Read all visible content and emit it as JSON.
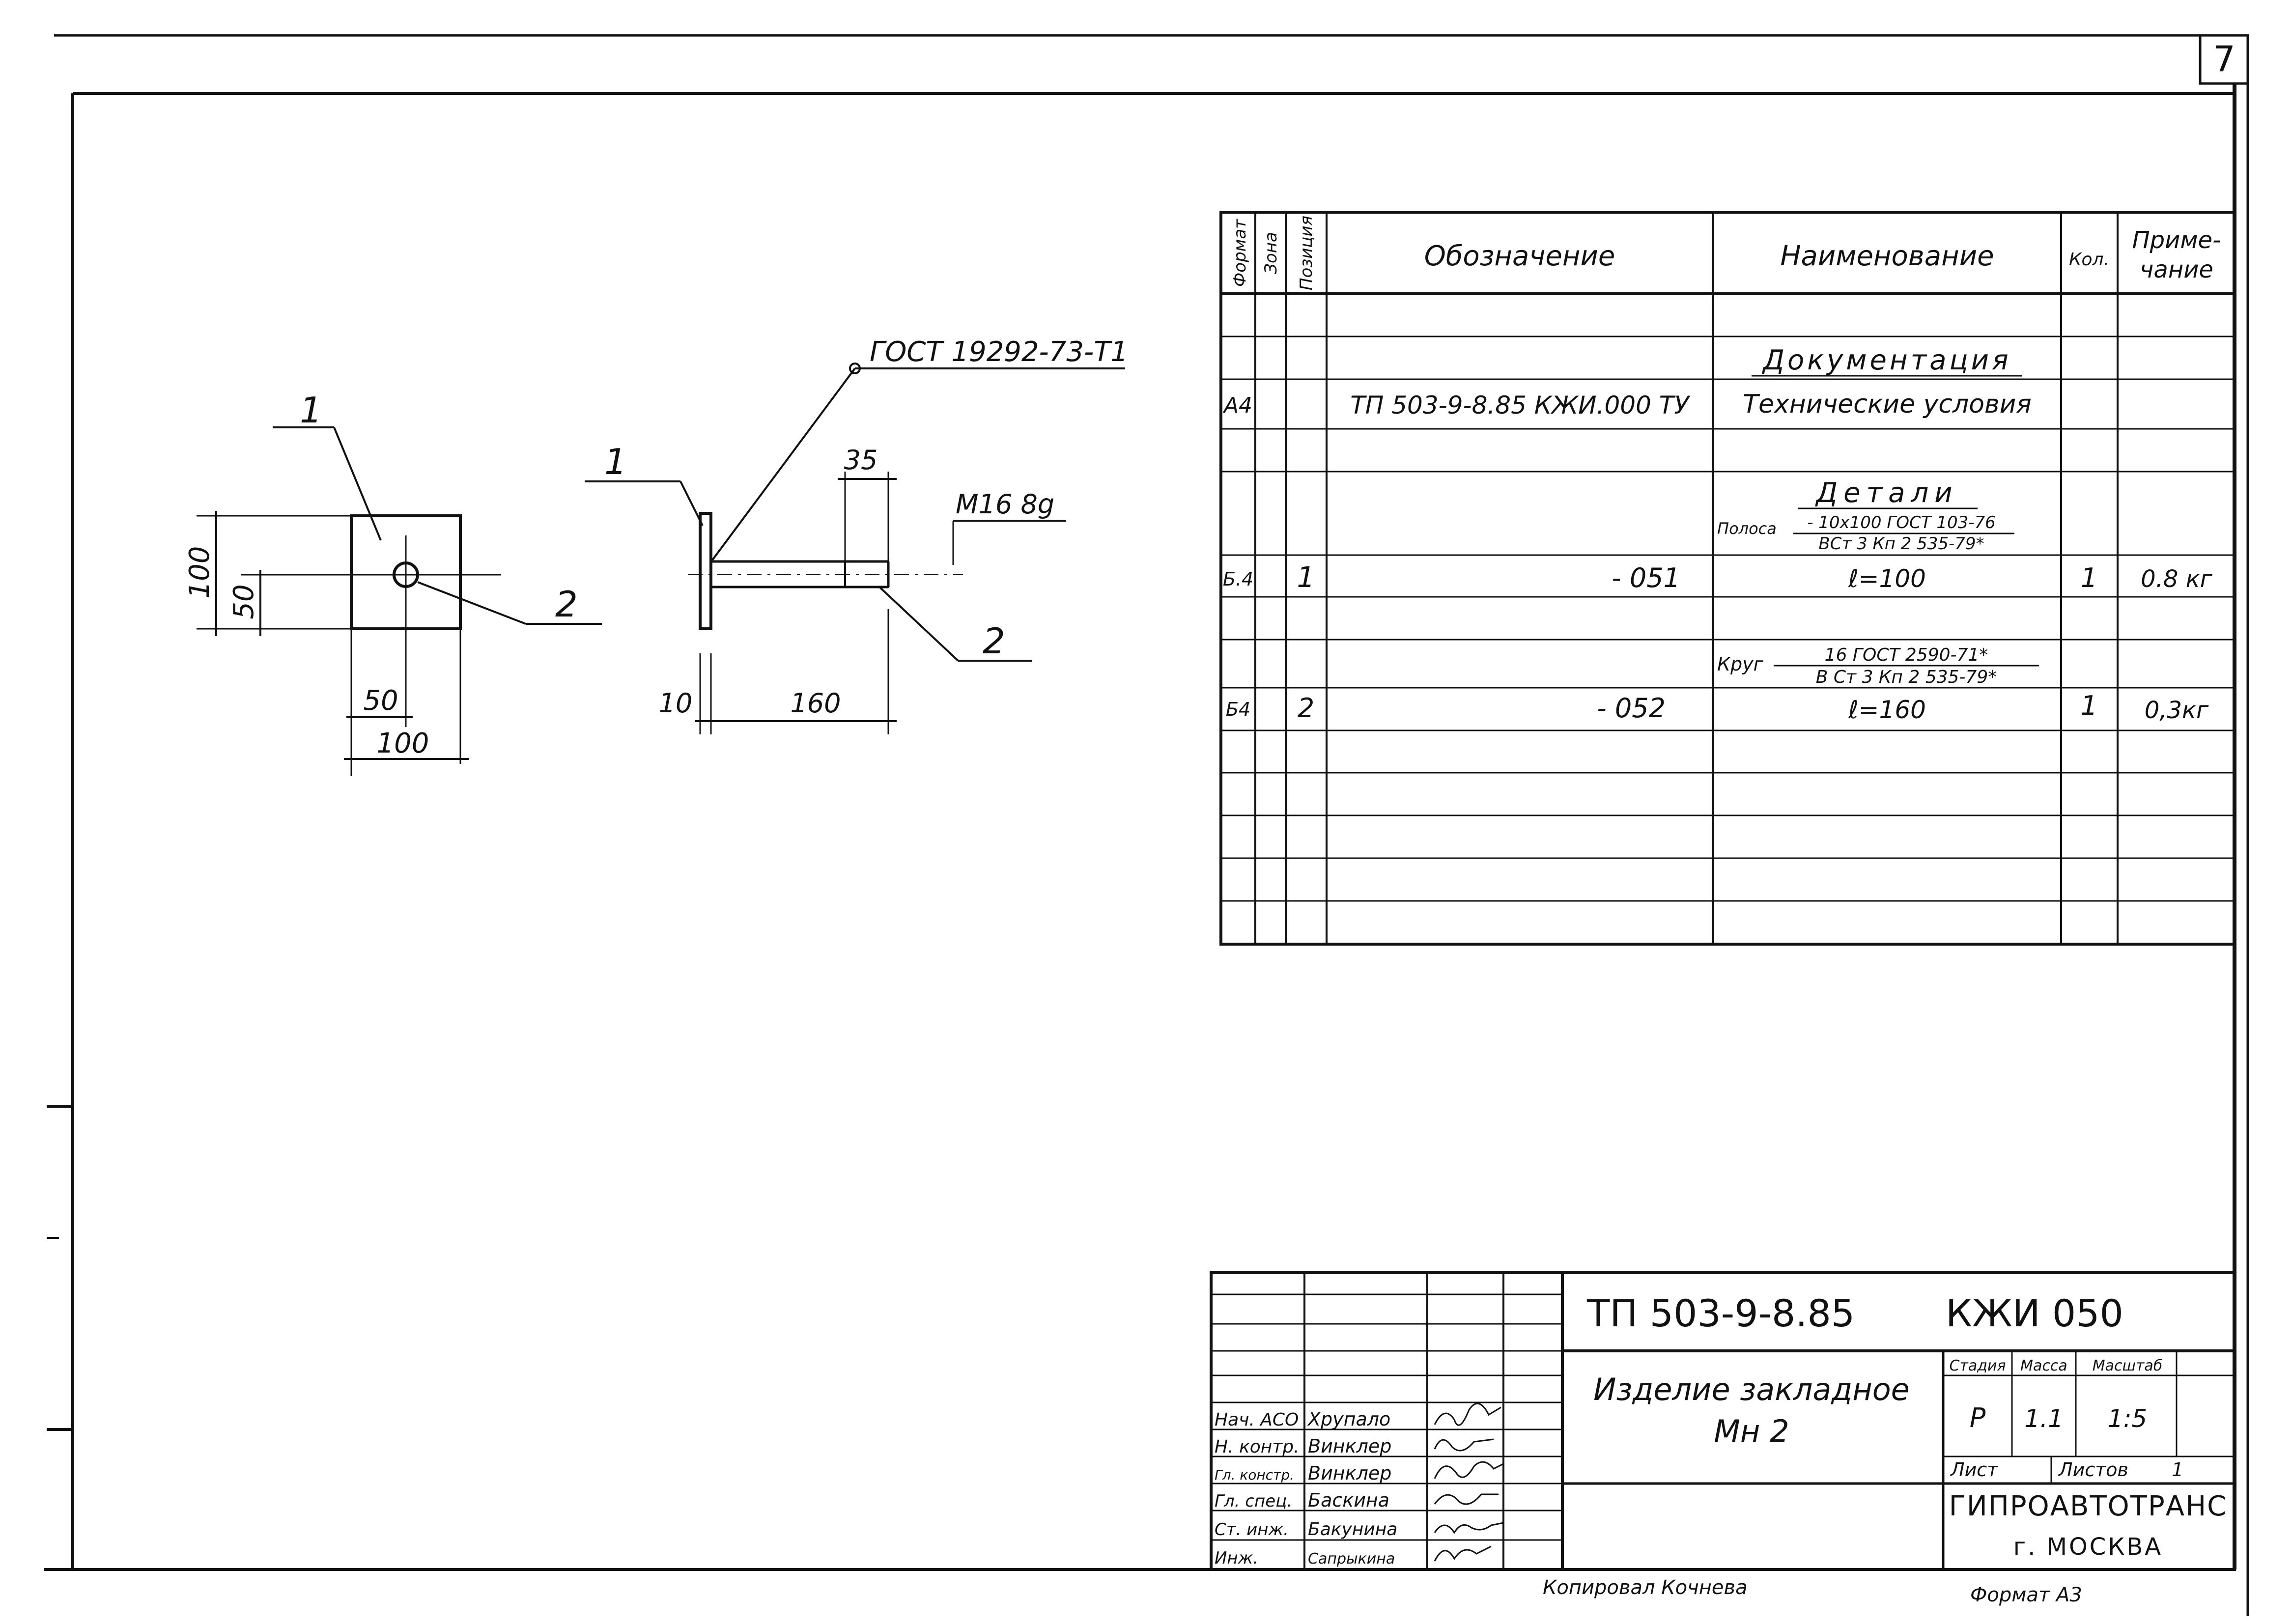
{
  "page_number": "7",
  "drawing": {
    "plan_view": {
      "callout_1": "1",
      "callout_2": "2",
      "dim_height": "100",
      "dim_half_height": "50",
      "dim_half_width": "50",
      "dim_width": "100"
    },
    "side_view": {
      "weld_note": "ГОСТ 19292-73-Т1",
      "callout_1": "1",
      "callout_2": "2",
      "thread_label": "М16 8g",
      "dim_thread": "35",
      "dim_plate": "10",
      "dim_length": "160"
    }
  },
  "spec_table": {
    "headers": {
      "format": "Формат",
      "zone": "Зона",
      "position": "Позиция",
      "designation": "Обозначение",
      "name": "Наименование",
      "qty": "Кол.",
      "note_line1": "Приме-",
      "note_line2": "чание"
    },
    "section_docs": "Документация",
    "row_tu": {
      "format": "А4",
      "designation": "ТП 503-9-8.85 КЖИ.000 ТУ",
      "name": "Технические условия"
    },
    "section_parts": "Детали",
    "strip_label": "Полоса",
    "strip_top": "- 10х100 ГОСТ 103-76",
    "strip_bottom": "ВСт 3 Кп 2  535-79*",
    "row_1": {
      "format": "Б.4",
      "position": "1",
      "designation": "- 051",
      "name": "ℓ=100",
      "qty": "1",
      "note": "0.8 кг"
    },
    "round_label": "Круг",
    "round_top": "16  ГОСТ 2590-71*",
    "round_bottom": "В Ст 3 Кп 2  535-79*",
    "row_2": {
      "format": "Б4",
      "position": "2",
      "designation": "- 052",
      "name": "ℓ=160",
      "qty": "1",
      "note": "0,3кг"
    }
  },
  "title_block": {
    "code": "ТП 503-9-8.85",
    "mark": "КЖИ 050",
    "title_line1": "Изделие закладное",
    "title_line2": "Мн 2",
    "stage_label": "Стадия",
    "mass_label": "Масса",
    "scale_label": "Масштаб",
    "stage": "Р",
    "mass": "1.1",
    "scale": "1:5",
    "sheet_label": "Лист",
    "sheets_label": "Листов",
    "sheets_count": "1",
    "org": "ГИПРОАВТОТРАНС",
    "city": "г. МОСКВА",
    "roles": [
      {
        "role": "Нач. АСО",
        "name": "Хрупало"
      },
      {
        "role": "Н. контр.",
        "name": "Винклер"
      },
      {
        "role": "Гл. констр.",
        "name": "Винклер"
      },
      {
        "role": "Гл. спец.",
        "name": "Баскина"
      },
      {
        "role": "Ст. инж.",
        "name": "Бакунина"
      },
      {
        "role": "Инж.",
        "name": "Сапрыкина"
      }
    ]
  },
  "copied_by": "Копировал Кочнева",
  "format_note": "Формат А3"
}
